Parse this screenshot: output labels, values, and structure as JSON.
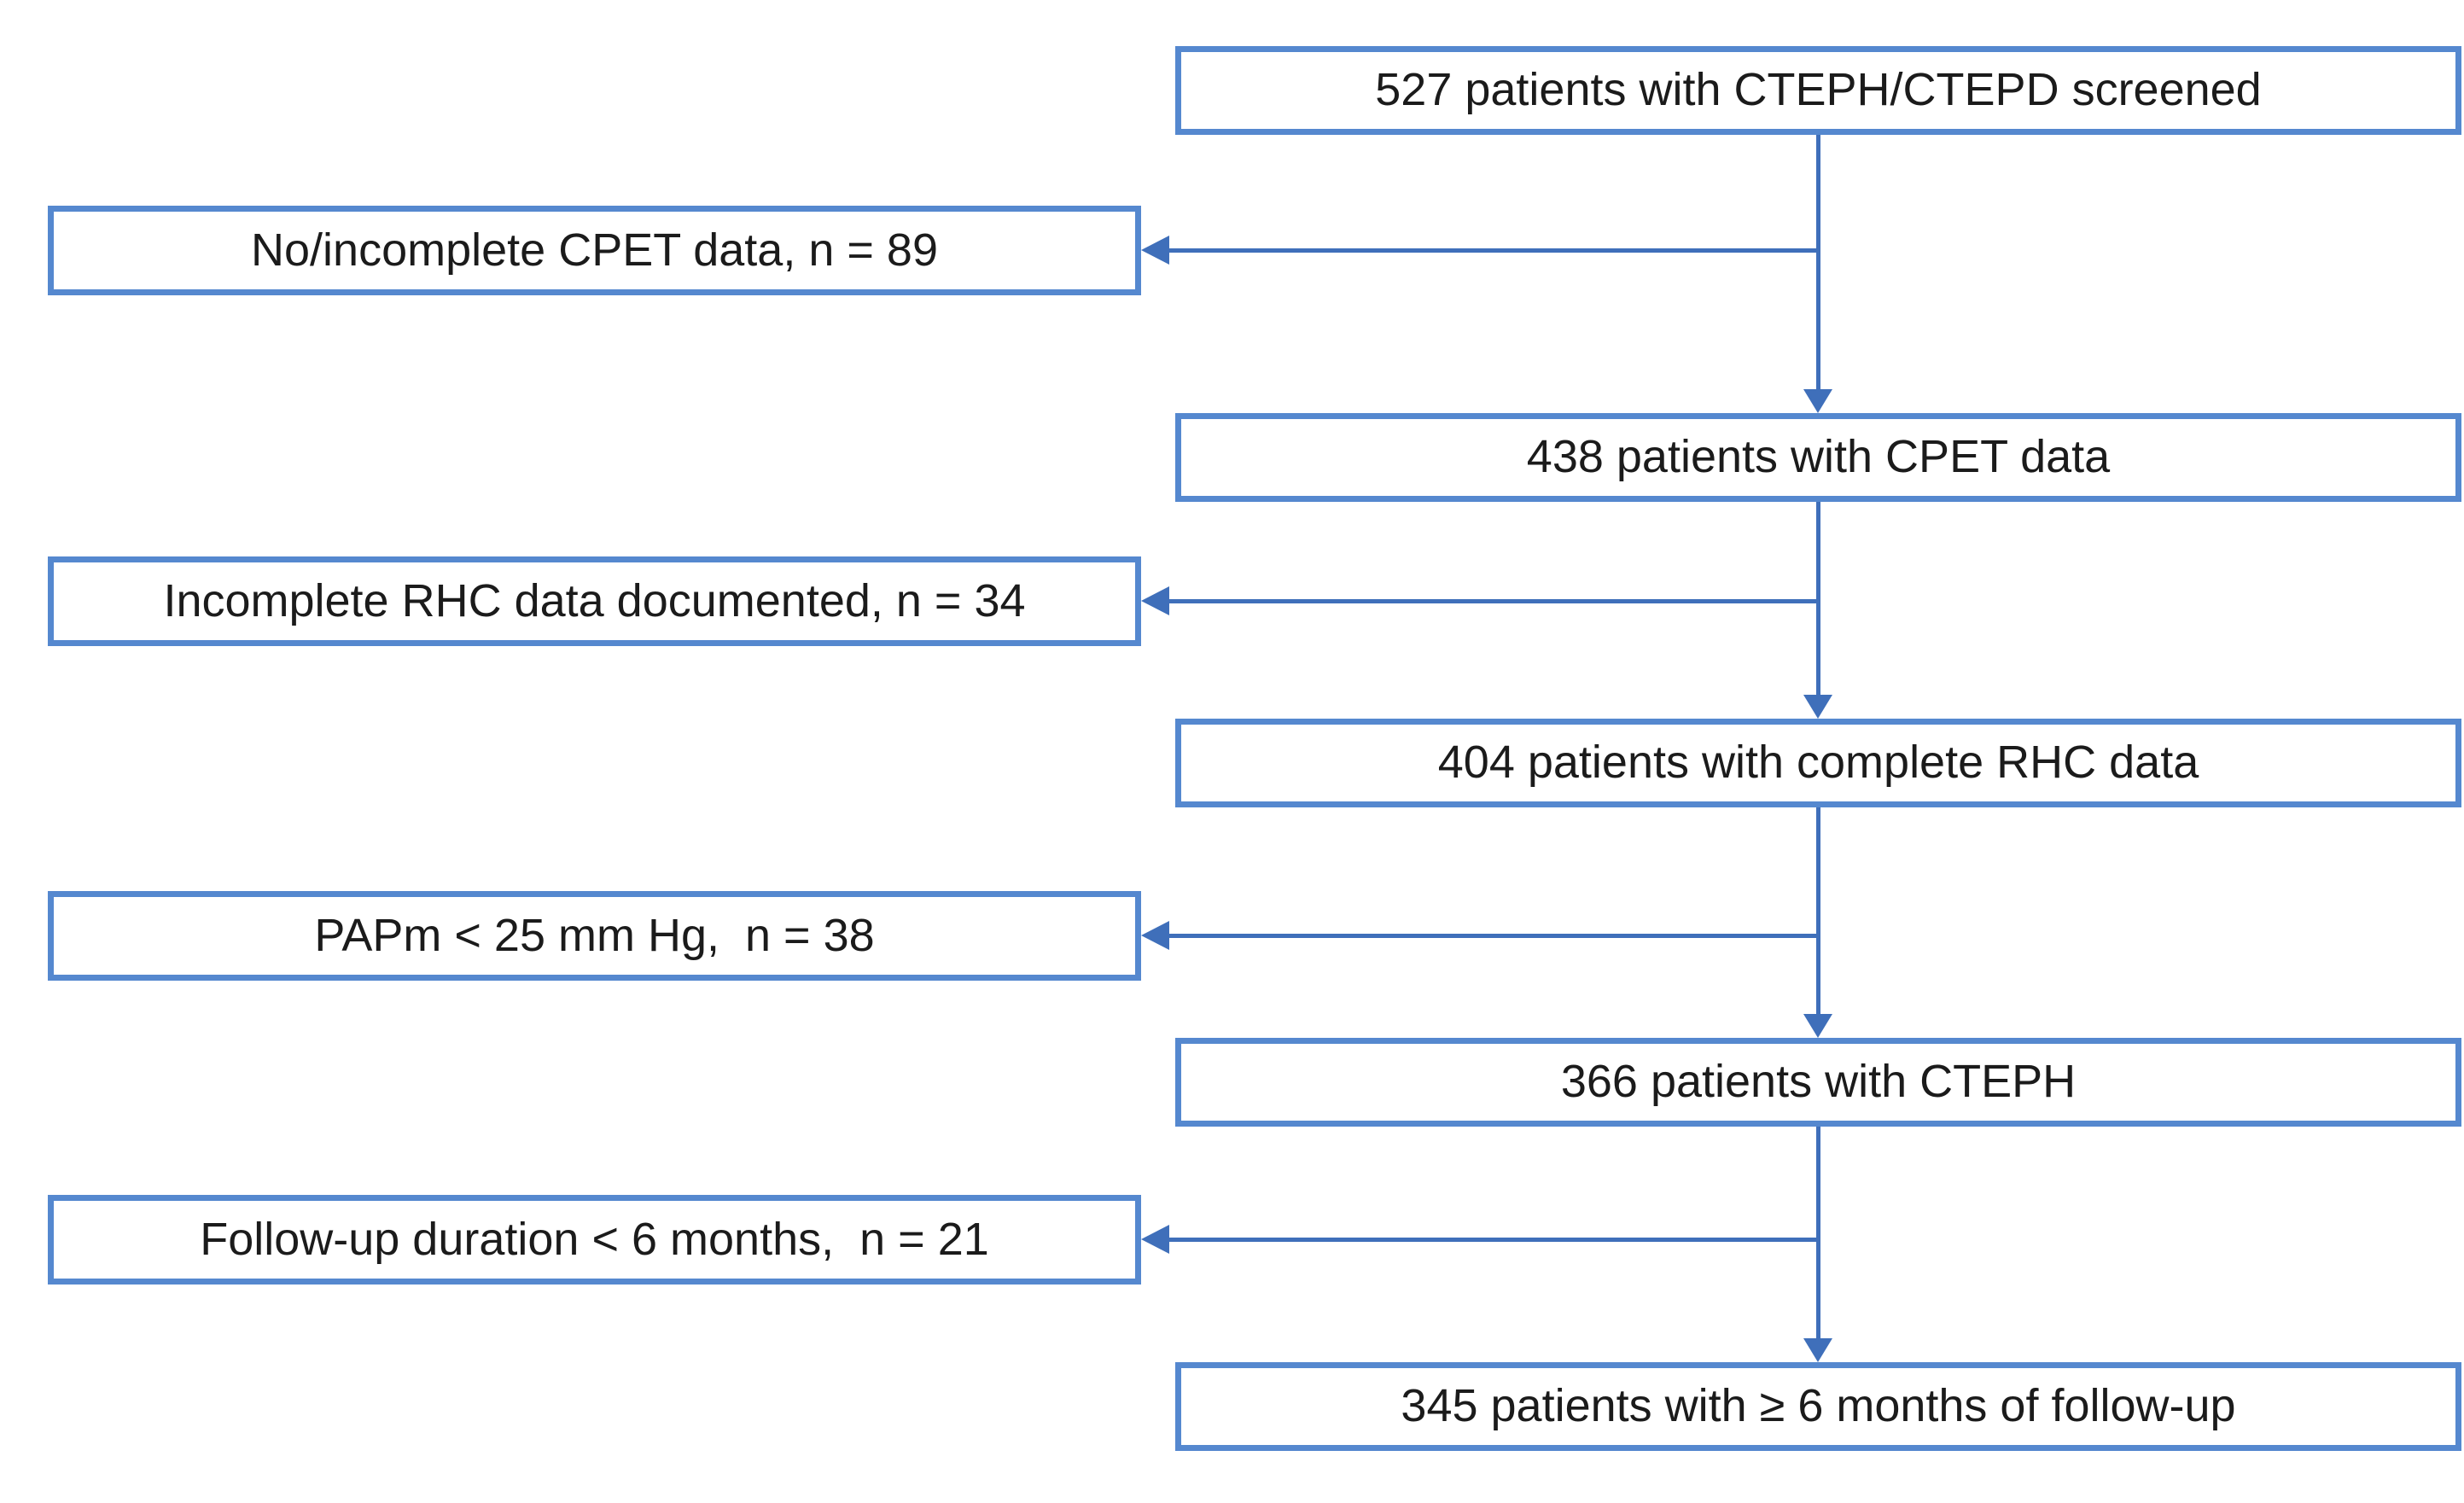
{
  "colors": {
    "background": "#ffffff",
    "box_border": "#5588cf",
    "arrow": "#3f6fba",
    "text": "#1b1b1b"
  },
  "flow": {
    "main_boxes": [
      {
        "label": "527 patients with CTEPH/CTEPD screened"
      },
      {
        "label": "438 patients with CPET data"
      },
      {
        "label": "404 patients with complete RHC data"
      },
      {
        "label": "366 patients with CTEPH"
      },
      {
        "label": "345 patients with ≥ 6 months of follow-up"
      }
    ],
    "exclusion_boxes": [
      {
        "label": "No/incomplete CPET data, n = 89"
      },
      {
        "label": "Incomplete RHC data documented, n = 34"
      },
      {
        "label": "PAPm < 25 mm Hg,  n = 38"
      },
      {
        "label": "Follow-up duration < 6 months,  n = 21"
      }
    ]
  }
}
